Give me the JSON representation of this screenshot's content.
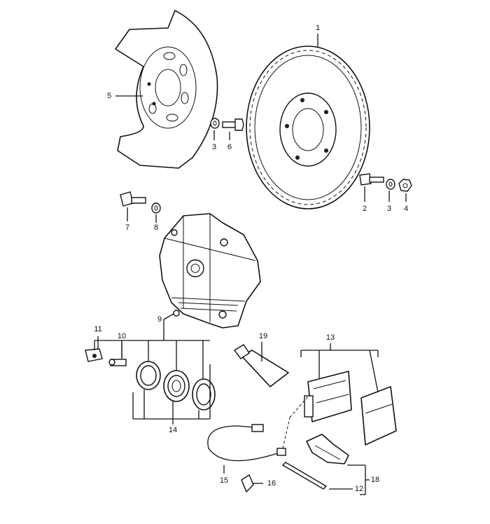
{
  "callouts": {
    "c1": "1",
    "c2": "2",
    "c3a": "3",
    "c3b": "3",
    "c4": "4",
    "c5": "5",
    "c6": "6",
    "c7": "7",
    "c8": "8",
    "c9": "9",
    "c10": "10",
    "c11": "11",
    "c12": "12",
    "c13": "13",
    "c14": "14",
    "c15": "15",
    "c16": "16",
    "c18": "18",
    "c19": "19"
  }
}
